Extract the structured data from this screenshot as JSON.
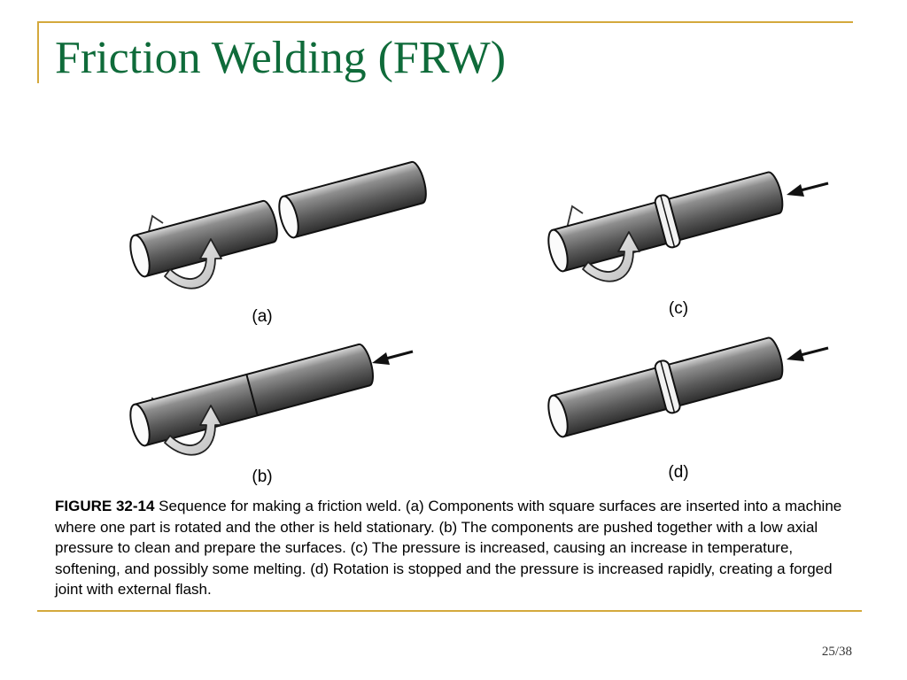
{
  "slide": {
    "title": "Friction Welding (FRW)",
    "page_number": "25/38"
  },
  "figure": {
    "panels": [
      {
        "id": "a",
        "label": "(a)"
      },
      {
        "id": "b",
        "label": "(b)"
      },
      {
        "id": "c",
        "label": "(c)"
      },
      {
        "id": "d",
        "label": "(d)"
      }
    ],
    "caption_figure_number": "FIGURE 32-14",
    "caption_text": "Sequence for making a friction weld. (a) Components with square surfaces are inserted into a machine where one part is rotated and the other is held stationary. (b) The components are pushed together with a low axial pressure to clean and prepare the surfaces. (c) The pressure is increased, causing an increase in temperature, softening, and possibly some melting. (d) Rotation is stopped and the pressure is increased rapidly, creating a forged joint with external flash."
  },
  "colors": {
    "title": "#0f6b3a",
    "frame_lines": "#d4a93c",
    "rod_dark": "#5a5a5a",
    "rod_light": "#e6e6e6"
  }
}
